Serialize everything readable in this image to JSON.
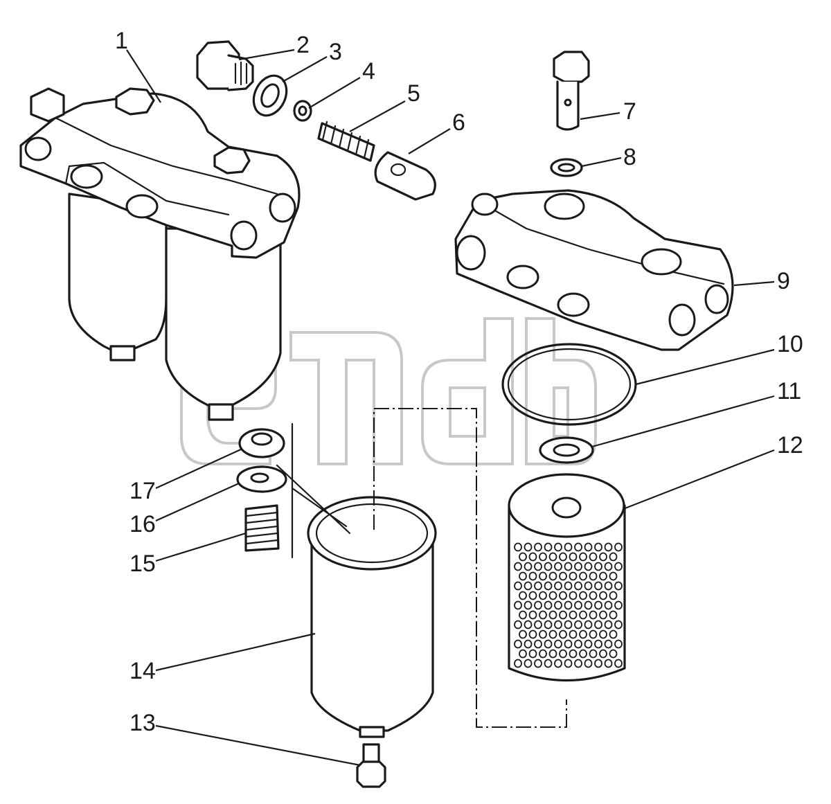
{
  "watermark": {
    "mark": "™"
  },
  "callouts": [
    {
      "id": "1",
      "text": "1"
    },
    {
      "id": "2",
      "text": "2"
    },
    {
      "id": "3",
      "text": "3"
    },
    {
      "id": "4",
      "text": "4"
    },
    {
      "id": "5",
      "text": "5"
    },
    {
      "id": "6",
      "text": "6"
    },
    {
      "id": "7",
      "text": "7"
    },
    {
      "id": "8",
      "text": "8"
    },
    {
      "id": "9",
      "text": "9"
    },
    {
      "id": "10",
      "text": "10"
    },
    {
      "id": "11",
      "text": "11"
    },
    {
      "id": "12",
      "text": "12"
    },
    {
      "id": "13",
      "text": "13"
    },
    {
      "id": "14",
      "text": "14"
    },
    {
      "id": "15",
      "text": "15"
    },
    {
      "id": "16",
      "text": "16"
    },
    {
      "id": "17",
      "text": "17"
    }
  ]
}
